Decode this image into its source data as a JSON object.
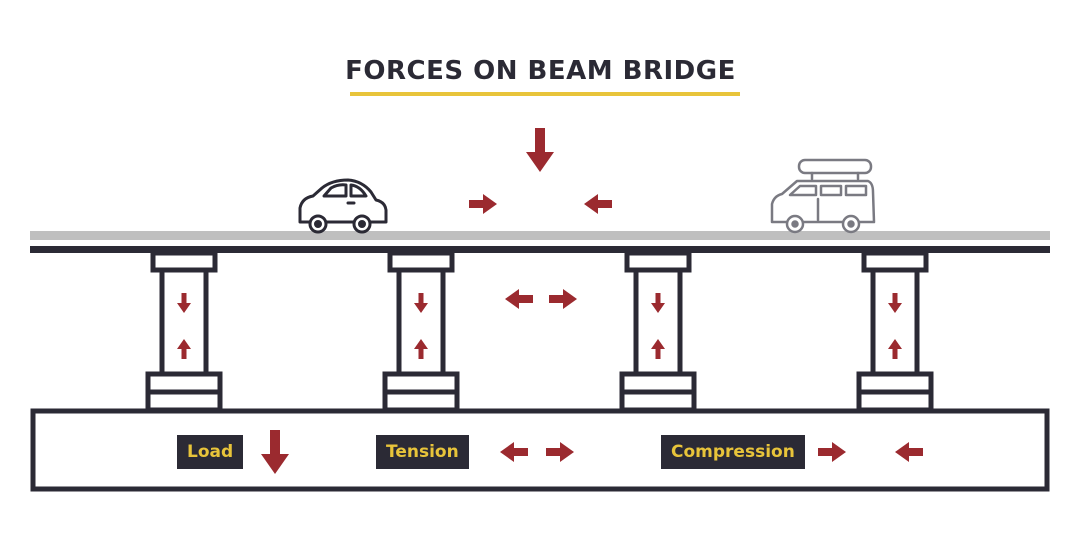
{
  "title": "FORCES ON BEAM BRIDGE",
  "colors": {
    "dark": "#2b2a35",
    "accent": "#e8c43a",
    "arrow": "#9b2a2f",
    "deck": "#bfbfbf",
    "vehicle": "#7a7a82"
  },
  "legend": [
    {
      "label": "Load",
      "icon": "down-arrow-icon"
    },
    {
      "label": "Tension",
      "icon": "outward-arrows-icon"
    },
    {
      "label": "Compression",
      "icon": "inward-arrows-icon"
    }
  ],
  "vehicles": [
    "car-icon",
    "suv-with-roof-box-icon"
  ],
  "pillar_count": 4
}
